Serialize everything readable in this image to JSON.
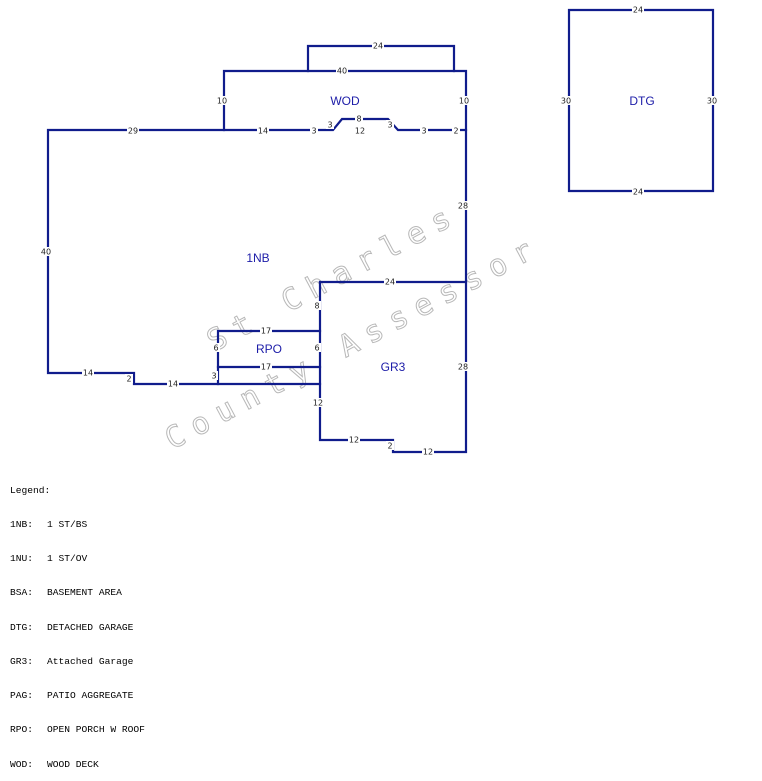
{
  "areas": {
    "nb": "1NB",
    "wod": "WOD",
    "dtg": "DTG",
    "rpo": "RPO",
    "gr3": "GR3"
  },
  "dimensions": {
    "dtg_top": "24",
    "dtg_left": "30",
    "dtg_right": "30",
    "dtg_bottom": "24",
    "wod_top": "24",
    "wod_mid": "40",
    "wod_left": "10",
    "wod_right": "10",
    "roof_29": "29",
    "roof_14": "14",
    "roof_3a": "3",
    "bay_3a": "3",
    "bay_8": "8",
    "bay_3b": "3",
    "bay_12": "12",
    "roof_3b": "3",
    "roof_2": "2",
    "house_left": "40",
    "house_right_28": "28",
    "garage_top": "24",
    "link_8": "8",
    "rpo_top": "17",
    "rpo_left": "6",
    "rpo_right": "6",
    "rpo_bottom": "17",
    "base_14a": "14",
    "base_2": "2",
    "base_14b": "14",
    "base_3": "3",
    "garage_left": "12",
    "garage_right": "28",
    "garage_bottom_a": "12",
    "garage_step": "2",
    "garage_bottom_b": "12"
  },
  "watermark": {
    "line1": "St Charles",
    "line2": "County Assessor"
  },
  "legend": {
    "title": "Legend:",
    "items": [
      {
        "code": "1NB:",
        "desc": "1 ST/BS"
      },
      {
        "code": "1NU:",
        "desc": "1 ST/OV"
      },
      {
        "code": "BSA:",
        "desc": "BASEMENT AREA"
      },
      {
        "code": "DTG:",
        "desc": "DETACHED GARAGE"
      },
      {
        "code": "GR3:",
        "desc": "Attached Garage"
      },
      {
        "code": "PAG:",
        "desc": "PATIO AGGREGATE"
      },
      {
        "code": "RPO:",
        "desc": "OPEN PORCH W ROOF"
      },
      {
        "code": "WOD:",
        "desc": "WOOD DECK"
      }
    ]
  }
}
